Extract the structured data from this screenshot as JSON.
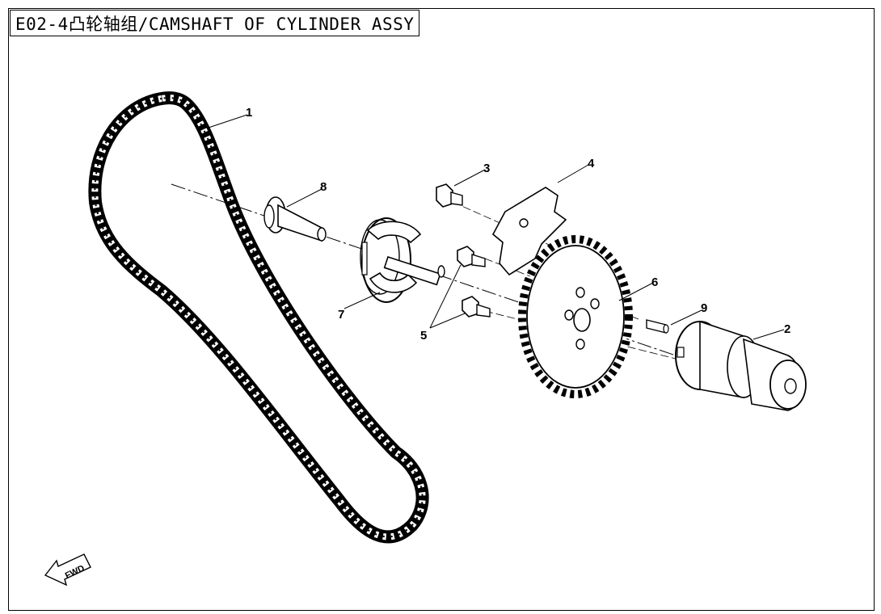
{
  "title": "E02-4凸轮轴组/CAMSHAFT OF CYLINDER ASSY",
  "fwd_label": "FWD",
  "callouts": [
    "1",
    "2",
    "3",
    "4",
    "5",
    "6",
    "7",
    "8",
    "9"
  ],
  "parts": {
    "chain": "timing-chain",
    "camshaft": "camshaft",
    "bolt": "bolt",
    "plate": "lock-plate",
    "bolts_small": "bolts",
    "sprocket": "cam-sprocket",
    "decompressor": "decompressor-weight",
    "shaft": "shaft",
    "pin": "dowel-pin"
  }
}
